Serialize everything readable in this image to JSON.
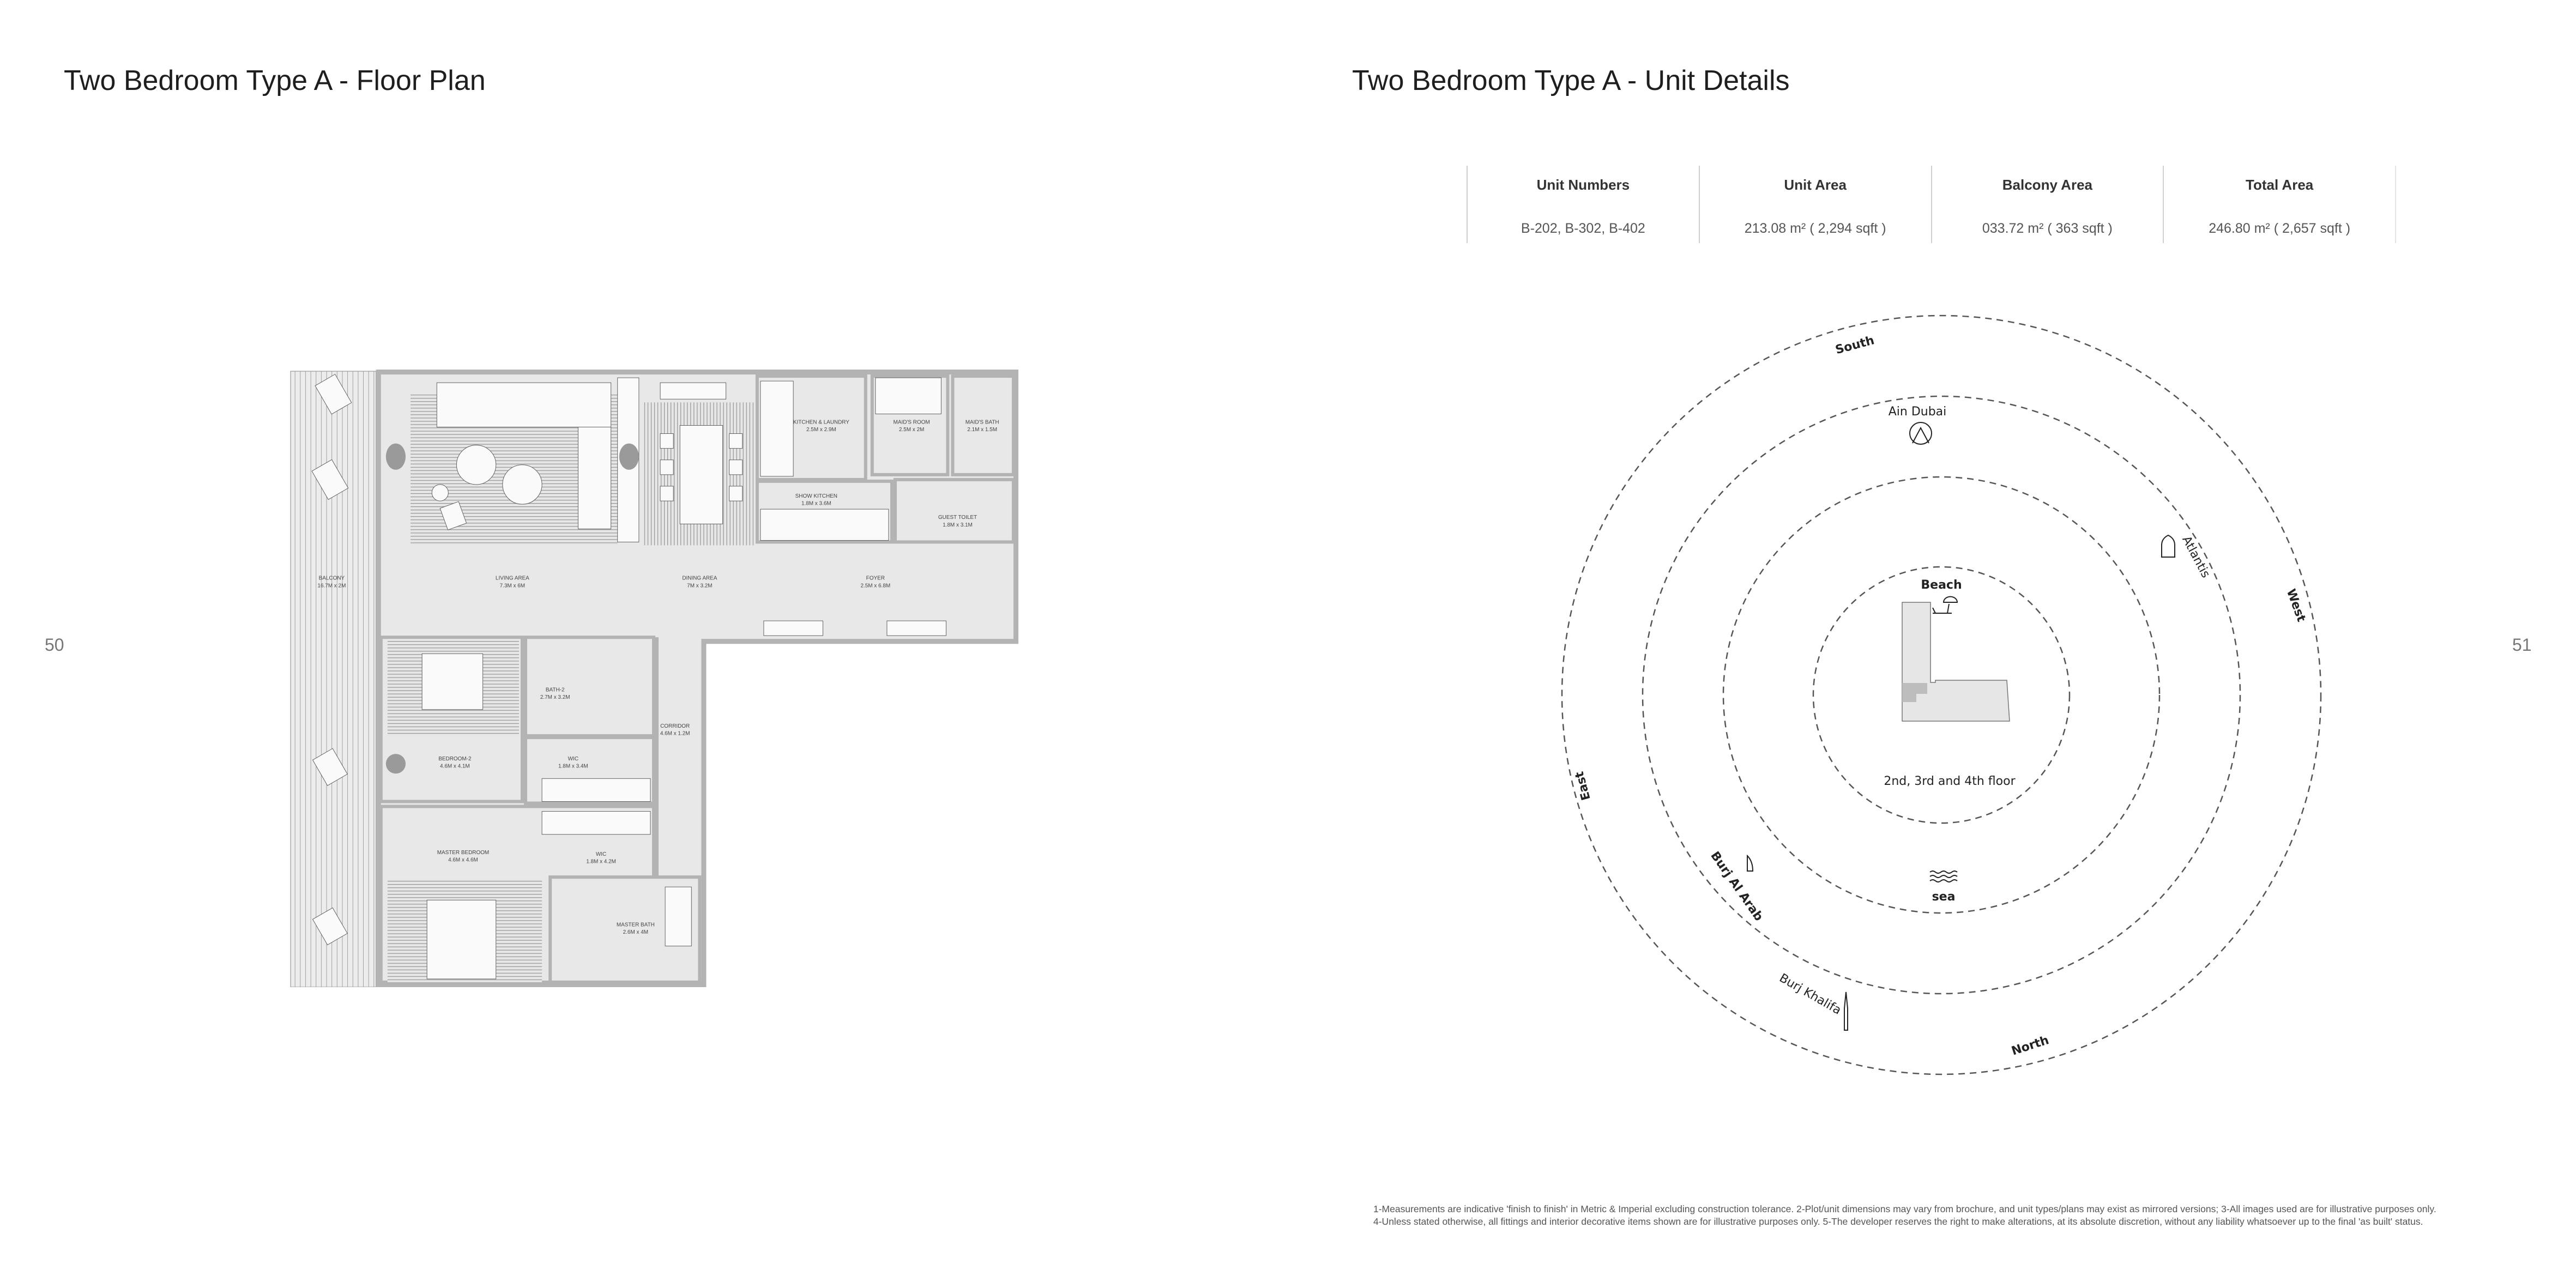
{
  "left_page": {
    "title": "Two Bedroom Type A - Floor Plan",
    "page_number": "50",
    "rooms": [
      {
        "name": "BALCONY",
        "size": "16.7M x 2M"
      },
      {
        "name": "LIVING AREA",
        "size": "7.3M x 6M"
      },
      {
        "name": "DINING AREA",
        "size": "7M x 3.2M"
      },
      {
        "name": "FOYER",
        "size": "2.5M x 6.8M"
      },
      {
        "name": "KITCHEN & LAUNDRY",
        "size": "2.5M x 2.9M"
      },
      {
        "name": "MAID'S ROOM",
        "size": "2.5M x 2M"
      },
      {
        "name": "MAID'S BATH",
        "size": "2.1M x 1.5M"
      },
      {
        "name": "SHOW KITCHEN",
        "size": "1.8M x 3.6M"
      },
      {
        "name": "GUEST TOILET",
        "size": "1.8M x 3.1M"
      },
      {
        "name": "BATH-2",
        "size": "2.7M x 3.2M"
      },
      {
        "name": "CORRIDOR",
        "size": "4.6M x 1.2M"
      },
      {
        "name": "BEDROOM-2",
        "size": "4.6M x 4.1M"
      },
      {
        "name": "WIC",
        "size": "1.8M x 3.4M"
      },
      {
        "name": "MASTER BEDROOM",
        "size": "4.6M x 4.6M"
      },
      {
        "name": "WIC",
        "size": "1.8M x 4.2M"
      },
      {
        "name": "MASTER BATH",
        "size": "2.6M x 4M"
      }
    ]
  },
  "right_page": {
    "title": "Two Bedroom Type A - Unit Details",
    "page_number": "51",
    "table": {
      "headers": [
        "Unit Numbers",
        "Unit Area",
        "Balcony Area",
        "Total Area"
      ],
      "values": [
        "B-202, B-302, B-402",
        "213.08 m² ( 2,294 sqft )",
        "033.72 m² ( 363 sqft )",
        "246.80 m² ( 2,657 sqft )"
      ]
    },
    "orientation": {
      "directions": {
        "south": "South",
        "west": "West",
        "east": "East",
        "north": "North"
      },
      "landmarks": {
        "ain_dubai": "Ain Dubai",
        "atlantis": "Atlantis",
        "beach": "Beach",
        "sea": "sea",
        "burj_al_arab": "Burj Al Arab",
        "burj_khalifa": "Burj Khalifa"
      },
      "floor_caption": "2nd, 3rd and 4th floor"
    },
    "footnotes": [
      "1-Measurements are indicative 'finish to finish' in Metric & Imperial excluding construction tolerance. 2-Plot/unit dimensions may vary from brochure, and unit types/plans may exist as mirrored versions; 3-All images used are for illustrative purposes only.",
      "4-Unless stated otherwise, all fittings and interior decorative items shown are for illustrative purposes only. 5-The developer reserves the right to make alterations, at its absolute discretion, without any liability whatsoever up to the final 'as built' status."
    ]
  }
}
